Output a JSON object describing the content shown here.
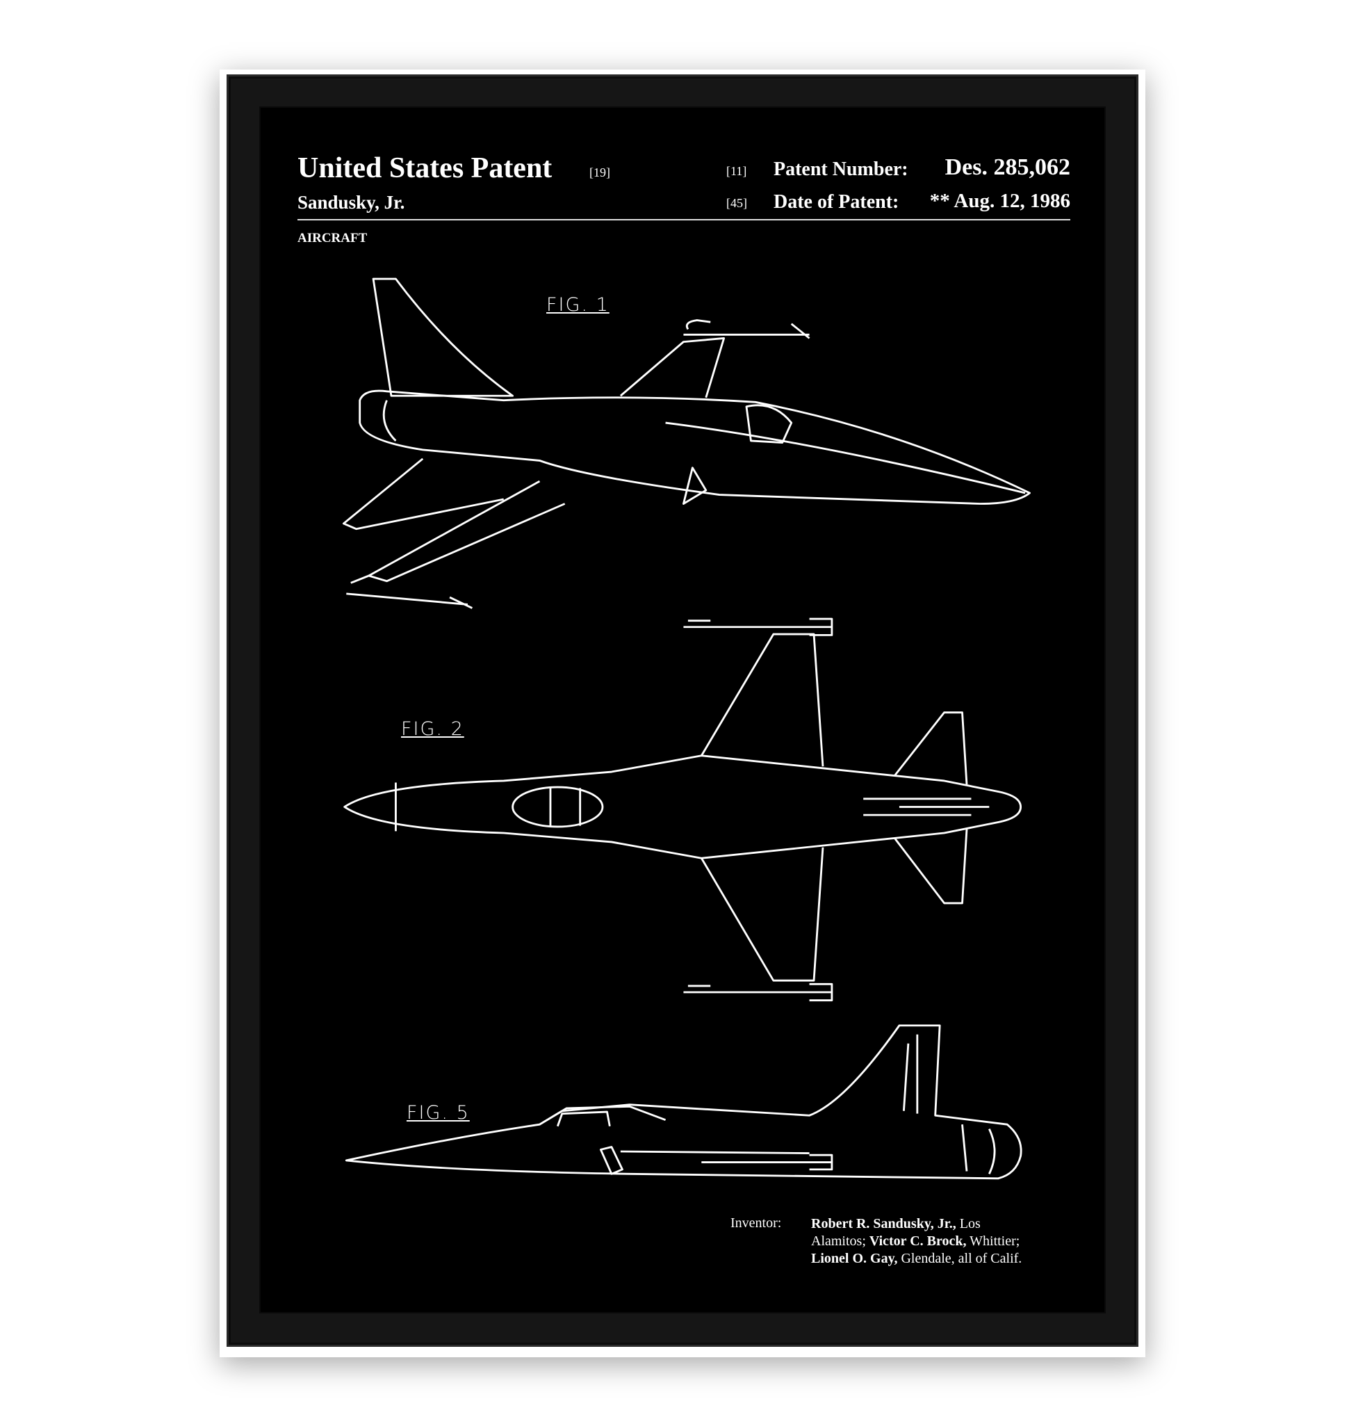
{
  "header": {
    "title": "United States Patent",
    "title_code": "[19]",
    "inventor_short": "Sandusky, Jr.",
    "patent_number_code": "[11]",
    "patent_number_label": "Patent Number:",
    "patent_number": "Des. 285,062",
    "date_code": "[45]",
    "date_label": "Date of Patent:",
    "date_value": "** Aug. 12, 1986",
    "subject": "AIRCRAFT"
  },
  "figures": {
    "fig1": "FIG. 1",
    "fig2": "FIG. 2",
    "fig5": "FIG. 5"
  },
  "inventors": {
    "label": "Inventor:",
    "name1": "Robert R. Sandusky, Jr.,",
    "place1a": " Los",
    "place1b": "Alamitos; ",
    "name2": "Victor C. Brock,",
    "place2": " Whittier;",
    "name3": "Lionel O. Gay,",
    "place3": " Glendale, all of Calif."
  }
}
